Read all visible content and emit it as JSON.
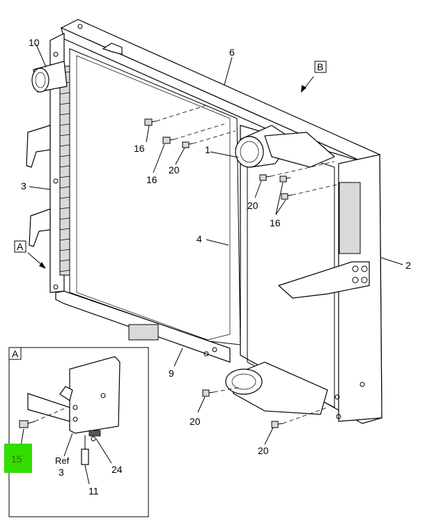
{
  "callouts": {
    "c10": "10",
    "c6": "6",
    "cB": "B",
    "c3": "3",
    "cA": "A",
    "c16a": "16",
    "c16b": "16",
    "c20a": "20",
    "c1": "1",
    "c20b": "20",
    "c16c": "16",
    "c4": "4",
    "c2": "2",
    "c9": "9",
    "c20c": "20",
    "c20d": "20"
  },
  "detail": {
    "label": "A",
    "c15": "15",
    "ref": "Ref",
    "ref_num": "3",
    "c24": "24",
    "c11": "11"
  },
  "colors": {
    "highlight": "#33dd00"
  }
}
